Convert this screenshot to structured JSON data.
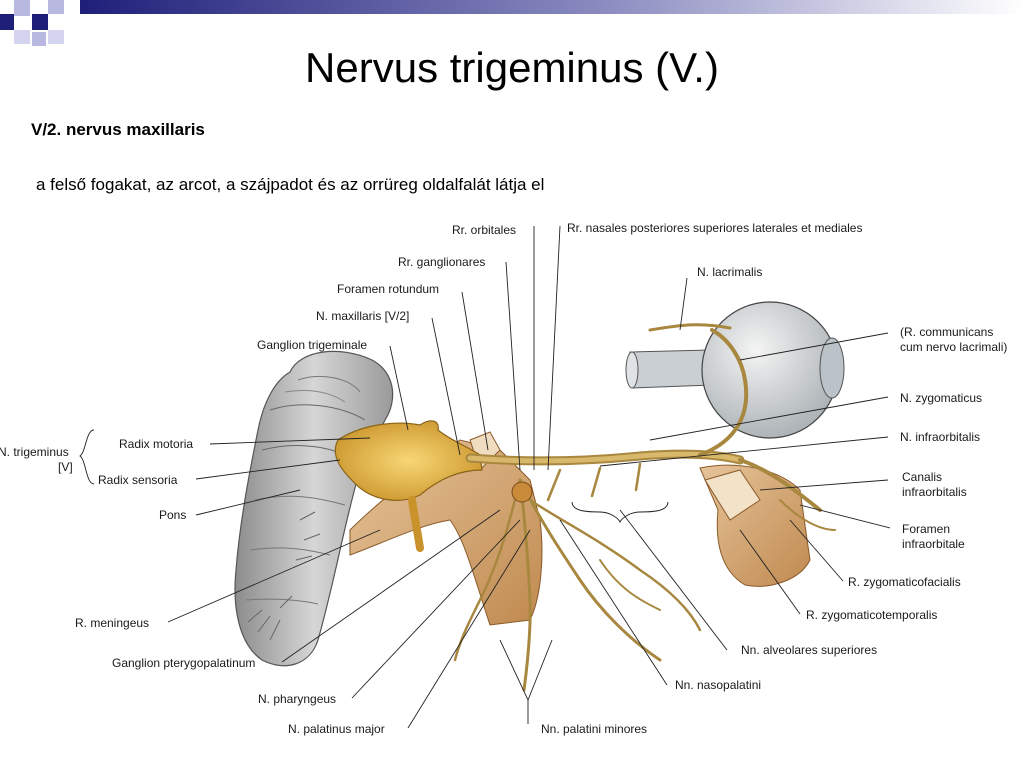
{
  "slide": {
    "title": "Nervus trigeminus (V.)",
    "subheading": "V/2. nervus maxillaris",
    "description": "a felső fogakat, az arcot, a szájpadot és az orrüreg oldalfalát látja el"
  },
  "colors": {
    "accent_blue": "#1f1f7a",
    "accent_light": "#b8b8e0",
    "nerve_yellow": "#d9ad3c",
    "bone_tan": "#c9955a"
  },
  "figure": {
    "labels": {
      "rr_orbitales": "Rr. orbitales",
      "rr_nasales": "Rr. nasales posteriores superiores laterales et mediales",
      "rr_ganglionares": "Rr. ganglionares",
      "n_lacrimalis": "N. lacrimalis",
      "foramen_rotundum": "Foramen rotundum",
      "n_maxillaris": "N. maxillaris [V/2]",
      "r_communicans_1": "(R. communicans",
      "r_communicans_2": "cum nervo lacrimali)",
      "ganglion_trigeminale": "Ganglion trigeminale",
      "n_zygomaticus": "N. zygomaticus",
      "n_trigeminus_1": "N. trigeminus",
      "n_trigeminus_2": "[V]",
      "radix_motoria": "Radix motoria",
      "n_infraorbitalis": "N. infraorbitalis",
      "radix_sensoria": "Radix sensoria",
      "canalis_1": "Canalis",
      "canalis_2": "infraorbitalis",
      "pons": "Pons",
      "foramen_infra_1": "Foramen",
      "foramen_infra_2": "infraorbitale",
      "r_zygomaticofacialis": "R. zygomaticofacialis",
      "r_meningeus": "R. meningeus",
      "r_zygomaticotemporalis": "R. zygomaticotemporalis",
      "nn_alveolares": "Nn. alveolares superiores",
      "ganglion_pterygopalatinum": "Ganglion pterygopalatinum",
      "nn_nasopalatini": "Nn. nasopalatini",
      "n_pharyngeus": "N. pharyngeus",
      "n_palatinus_major": "N. palatinus major",
      "nn_palatini_minores": "Nn. palatini minores"
    }
  }
}
